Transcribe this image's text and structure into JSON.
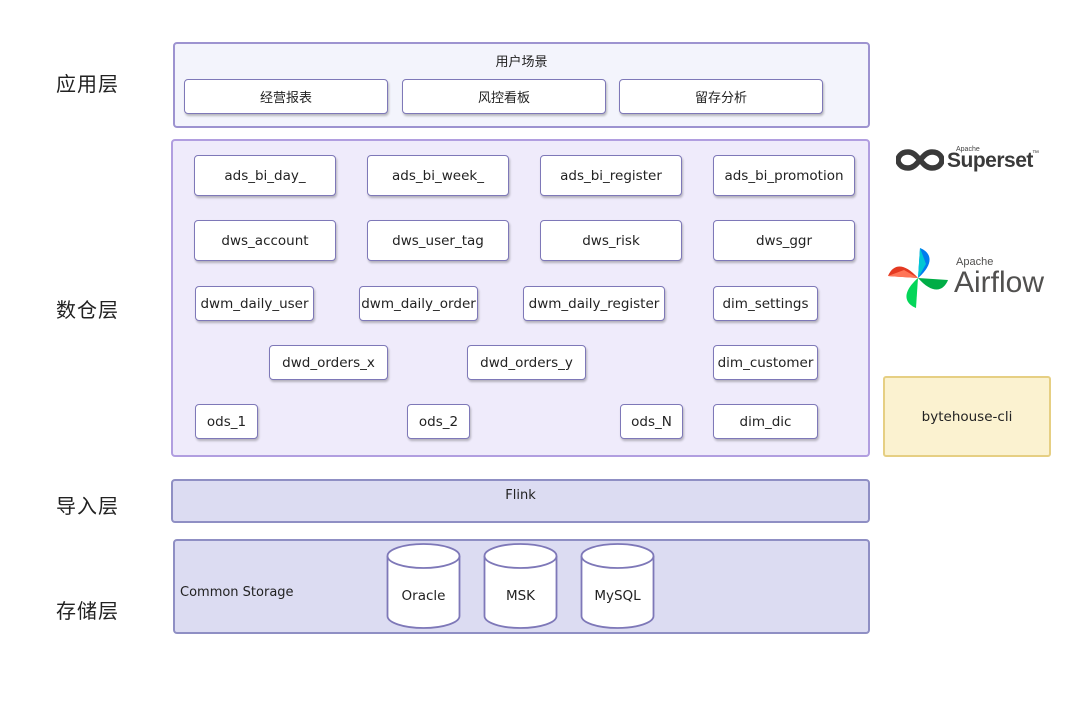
{
  "layers": {
    "application": "应用层",
    "warehouse": "数仓层",
    "import": "导入层",
    "storage": "存储层"
  },
  "application_panel": {
    "title": "用户场景",
    "items": [
      "经营报表",
      "风控看板",
      "留存分析"
    ]
  },
  "warehouse_panel": {
    "ads": [
      "ads_bi_day_",
      "ads_bi_week_",
      "ads_bi_register",
      "ads_bi_promotion"
    ],
    "dws": [
      "dws_account",
      "dws_user_tag",
      "dws_risk",
      "dws_ggr"
    ],
    "dwm": [
      "dwm_daily_user",
      "dwm_daily_order",
      "dwm_daily_register",
      "dim_settings"
    ],
    "dwd": [
      "dwd_orders_x",
      "dwd_orders_y",
      "dim_customer"
    ],
    "ods": [
      "ods_1",
      "ods_2",
      "ods_N",
      "dim_dic"
    ]
  },
  "import_panel": {
    "title": "Flink"
  },
  "storage_panel": {
    "title": "Common Storage",
    "databases": [
      "Oracle",
      "MSK",
      "MySQL"
    ]
  },
  "tools": {
    "superset": {
      "small": "Apache",
      "name": "Superset",
      "tm": "™"
    },
    "airflow": {
      "small": "Apache",
      "name": "Airflow"
    },
    "bytehouse": "bytehouse-cli"
  },
  "colors": {
    "panel_border": "#9d93d0",
    "warehouse_bg": "#efebfb",
    "import_bg": "#dcdcf2",
    "box_border": "#7e78b8",
    "bytehouse_bg": "#fbf2d0",
    "bytehouse_border": "#e6cf83"
  }
}
